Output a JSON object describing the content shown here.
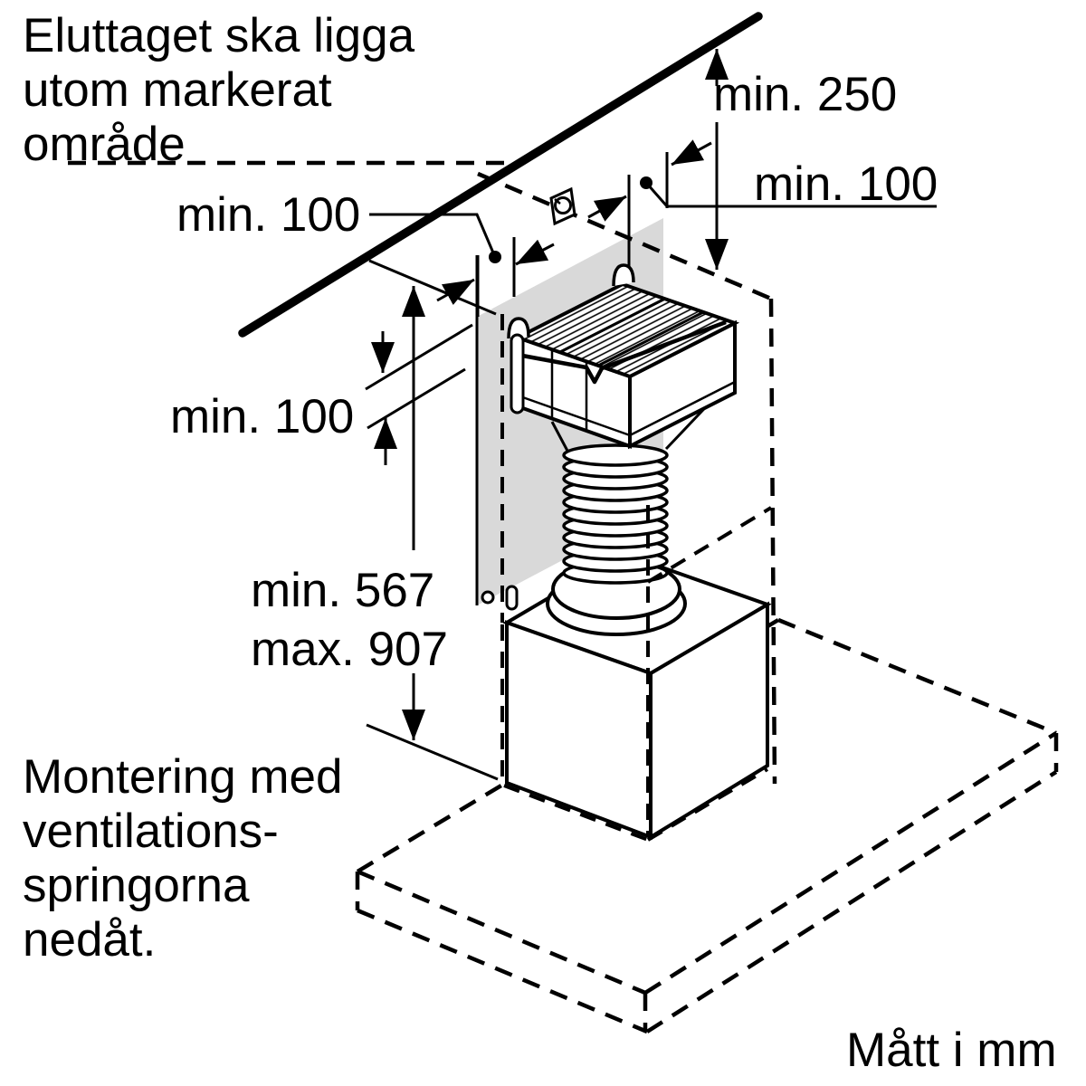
{
  "figure": {
    "notes": {
      "outlet_note_line1": "Eluttaget ska ligga",
      "outlet_note_line2": "utom markerat",
      "outlet_note_line3": "område",
      "mounting_note_line1": "Montering med",
      "mounting_note_line2": "ventilations-",
      "mounting_note_line3": "springorna",
      "mounting_note_line4": "nedåt."
    },
    "dimensions": {
      "ceiling_clearance": "min. 250",
      "side_clearance_right": "min. 100",
      "side_clearance_left": "min. 100",
      "vertical_clearance": "min. 100",
      "height_min": "min. 567",
      "height_max": "max. 907"
    },
    "units_note": "Mått i mm",
    "colors": {
      "line": "#000000",
      "wall_panel": "#d9d9d9",
      "background": "#ffffff"
    }
  }
}
